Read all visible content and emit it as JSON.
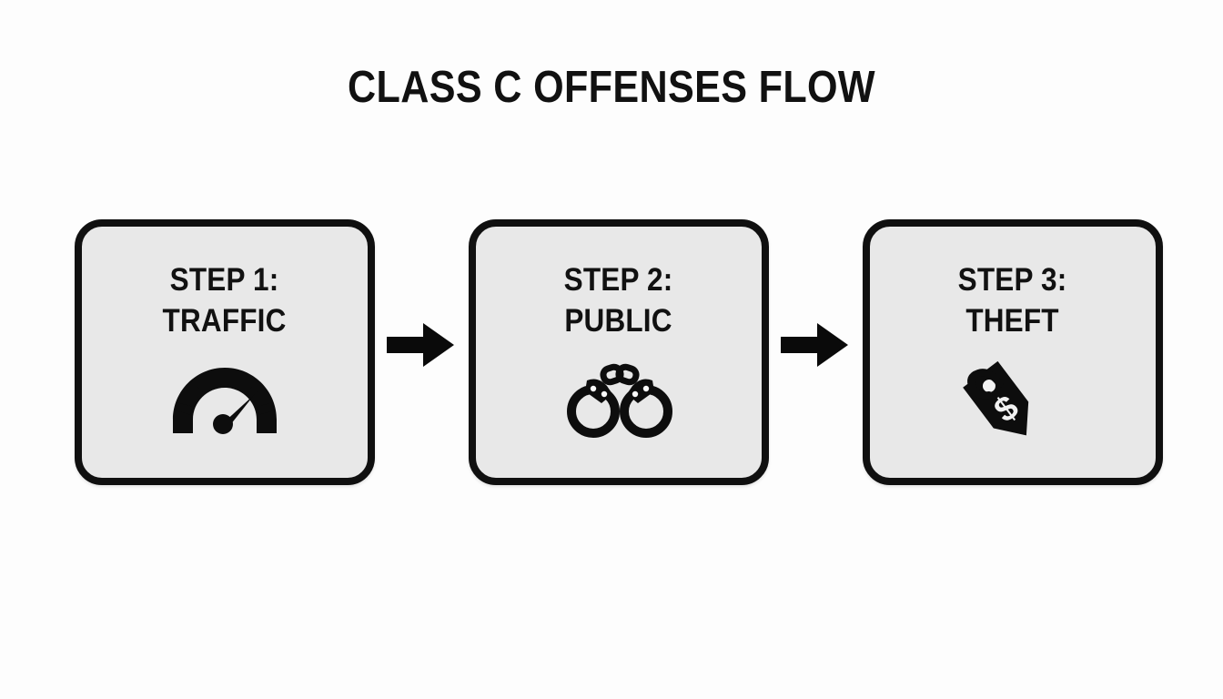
{
  "diagram": {
    "title": "CLASS C OFFENSES FLOW",
    "type": "horizontal-step-flow",
    "background_color": "#fdfdfd",
    "box_fill_color": "#e8e8e8",
    "box_border_color": "#101010",
    "text_color": "#111111",
    "steps": [
      {
        "step_number": "1",
        "label": "STEP 1:\nTRAFFIC",
        "heading": "STEP 1:",
        "name": "TRAFFIC",
        "icon": "speedometer-icon"
      },
      {
        "step_number": "2",
        "label": "STEP 2:\nPUBLIC",
        "heading": "STEP 2:",
        "name": "PUBLIC",
        "icon": "handcuffs-icon"
      },
      {
        "step_number": "3",
        "label": "STEP 3:\nTHEFT",
        "heading": "STEP 3:",
        "name": "THEFT",
        "icon": "price-tag-dollar-icon"
      }
    ],
    "connectors": [
      {
        "from": "STEP 1: TRAFFIC",
        "to": "STEP 2: PUBLIC",
        "icon": "right-arrow-icon"
      },
      {
        "from": "STEP 2: PUBLIC",
        "to": "STEP 3: THEFT",
        "icon": "right-arrow-icon"
      }
    ]
  }
}
